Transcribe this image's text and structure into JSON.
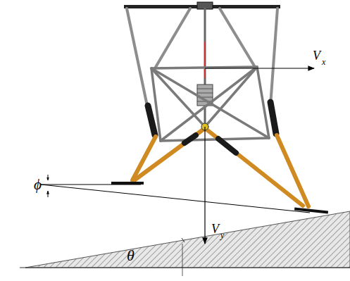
{
  "diagram": {
    "labels": [
      "ϕ",
      "V",
      "x",
      "V",
      "y",
      "θ"
    ]
  }
}
